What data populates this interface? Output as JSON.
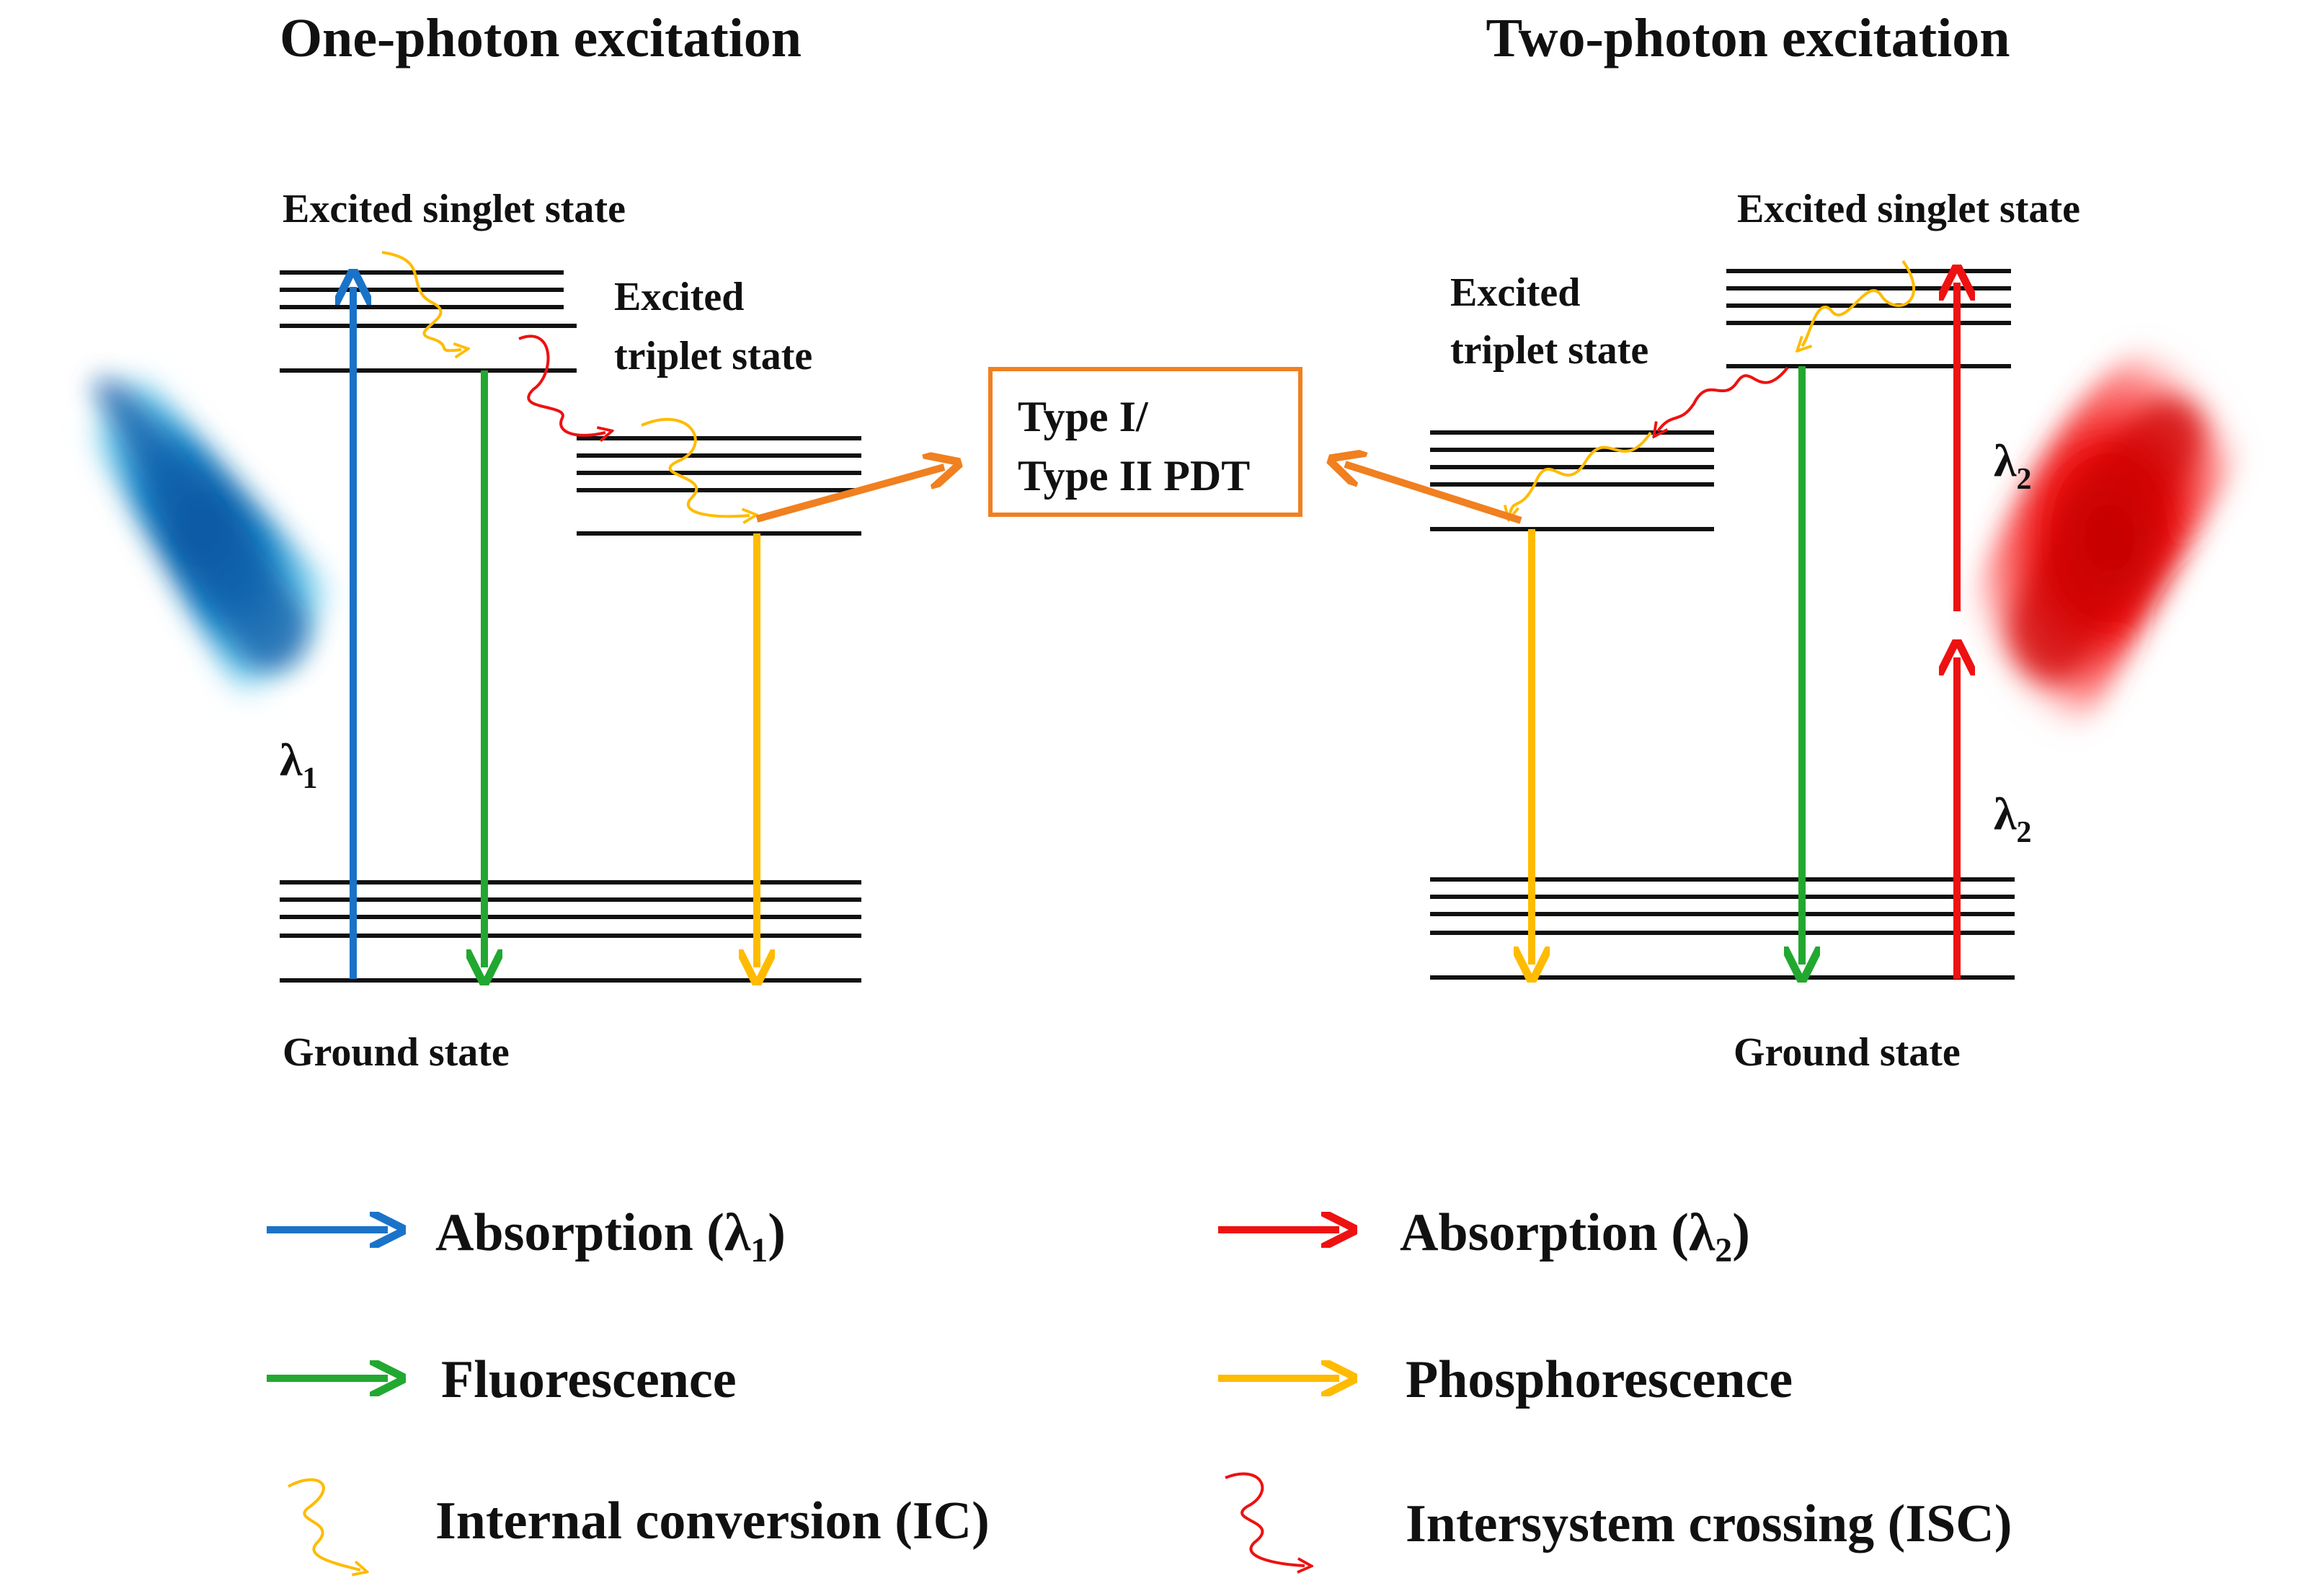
{
  "left_title": "One-photon excitation",
  "right_title": "Two-photon excitation",
  "left": {
    "singlet_label": "Excited singlet state",
    "triplet_label_1": "Excited",
    "triplet_label_2": "triplet state",
    "ground_label": "Ground state",
    "lambda_symbol": "λ",
    "lambda_sub": "1"
  },
  "right": {
    "singlet_label": "Excited singlet state",
    "triplet_label_1": "Excited",
    "triplet_label_2": "triplet state",
    "ground_label": "Ground state",
    "lambda_symbol": "λ",
    "lambda_sub": "2"
  },
  "pdt_box": {
    "line1": "Type I/",
    "line2": "Type II PDT"
  },
  "legend": {
    "absorption1": {
      "text": "Absorption (λ",
      "sub": "1",
      "close": ")"
    },
    "absorption2": {
      "text": "Absorption (λ",
      "sub": "2",
      "close": ")"
    },
    "fluorescence": "Fluorescence",
    "phosphorescence": "Phosphorescence",
    "ic": "Internal conversion (IC)",
    "isc": "Intersystem crossing (ISC)"
  },
  "colors": {
    "absorption1": "#1a73c8",
    "absorption2": "#ee1111",
    "fluorescence": "#22a830",
    "phosphorescence": "#ffbb00",
    "ic": "#ffbb00",
    "isc": "#ee1111",
    "pdt": "#f08020"
  }
}
